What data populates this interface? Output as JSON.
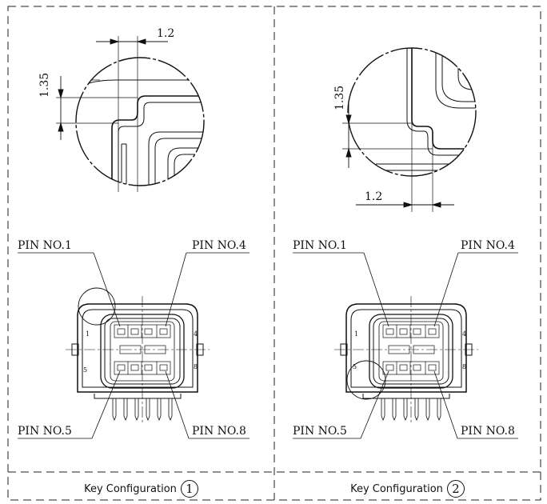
{
  "panels": [
    {
      "caption": "Key Configuration",
      "key_number": "1",
      "dim_width": "1.2",
      "dim_height": "1.35",
      "pins": {
        "p1": "PIN NO.1",
        "p4": "PIN NO.4",
        "p5": "PIN NO.5",
        "p8": "PIN NO.8"
      },
      "small": {
        "s1": "1",
        "s4": "4",
        "s5": "5",
        "s8": "8"
      }
    },
    {
      "caption": "Key Configuration",
      "key_number": "2",
      "dim_width": "1.2",
      "dim_height": "1.35",
      "pins": {
        "p1": "PIN NO.1",
        "p4": "PIN NO.4",
        "p5": "PIN NO.5",
        "p8": "PIN NO.8"
      },
      "small": {
        "s1": "1",
        "s4": "4",
        "s5": "5",
        "s8": "8"
      }
    }
  ]
}
